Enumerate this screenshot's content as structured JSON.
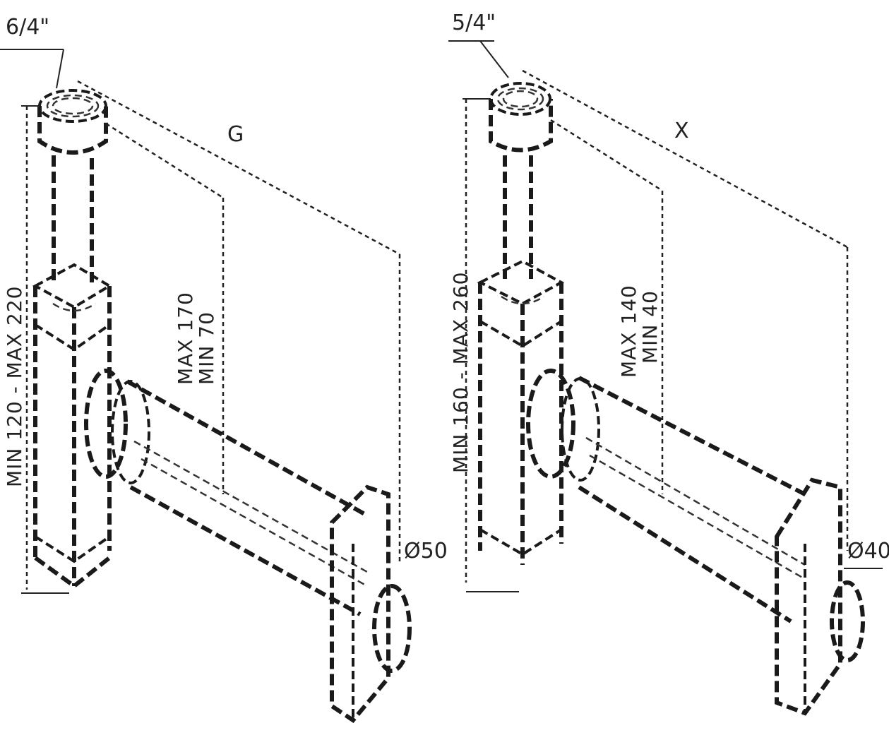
{
  "figures": [
    {
      "id": "left",
      "thread_label": "6/4\"",
      "length_label": "G",
      "vertical_label": "MIN 120 - MAX 220",
      "reach_label_line1": "MAX 170",
      "reach_label_line2": "MIN 70",
      "outlet_label": "Ø50"
    },
    {
      "id": "right",
      "thread_label": "5/4\"",
      "length_label": "X",
      "vertical_label": "MIN 160 - MAX 260",
      "reach_label_line1": "MAX 140",
      "reach_label_line2": "MIN 40",
      "outlet_label": "Ø40"
    }
  ],
  "colors": {
    "line": "#1a1a1a",
    "background": "#ffffff"
  }
}
